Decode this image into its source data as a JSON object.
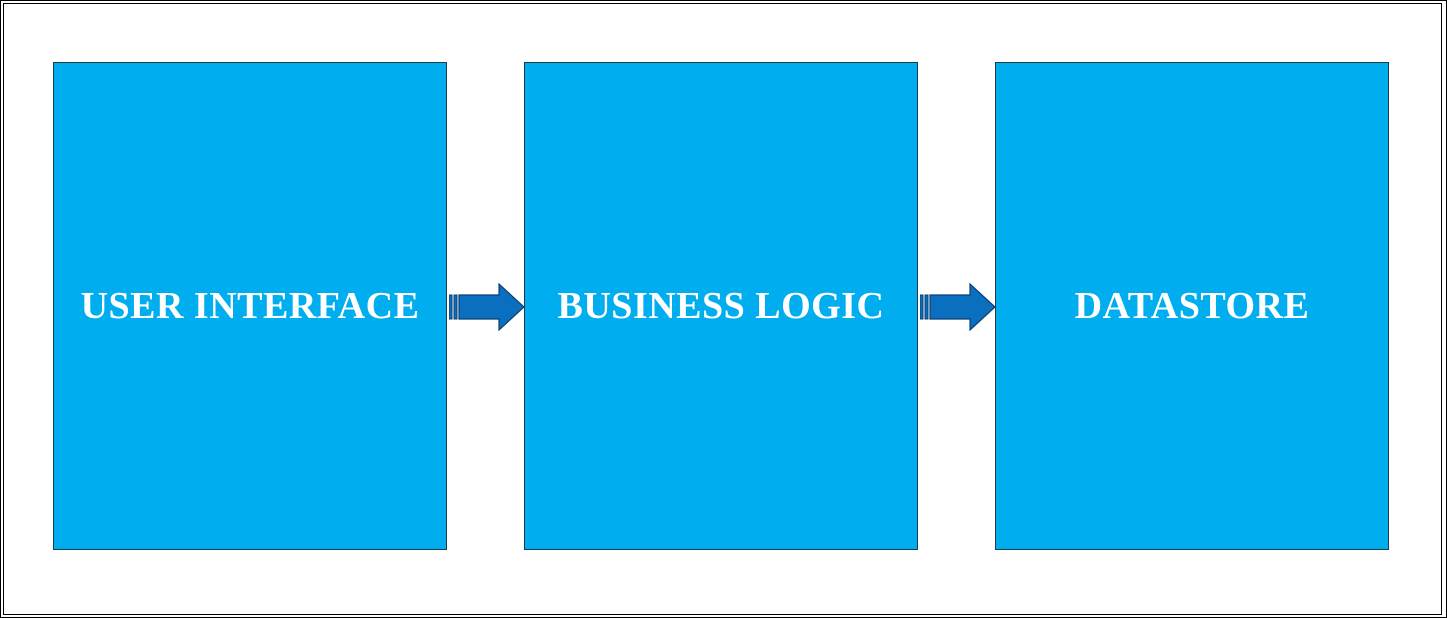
{
  "colors": {
    "box_fill": "#00aeef",
    "box_border": "#1f3a4d",
    "arrow_fill": "#0b6fc0",
    "arrow_stroke": "#0a3f73",
    "label_color": "#ffffff",
    "background": "#ffffff"
  },
  "diagram": {
    "nodes": [
      {
        "id": "user-interface",
        "label": "USER INTERFACE"
      },
      {
        "id": "business-logic",
        "label": "BUSINESS LOGIC"
      },
      {
        "id": "datastore",
        "label": "DATASTORE"
      }
    ],
    "edges": [
      {
        "from": "user-interface",
        "to": "business-logic"
      },
      {
        "from": "business-logic",
        "to": "datastore"
      }
    ]
  }
}
